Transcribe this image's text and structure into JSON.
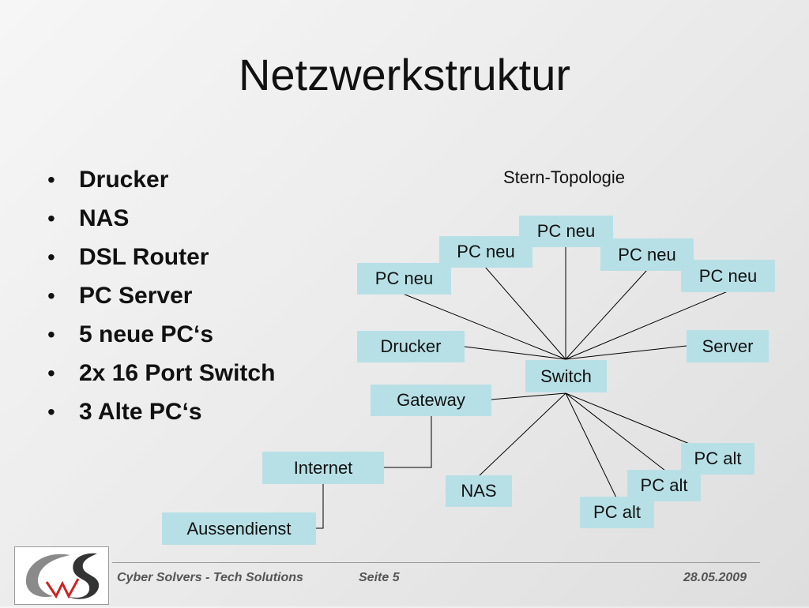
{
  "slide": {
    "title": "Netzwerkstruktur",
    "bullets": [
      "Drucker",
      "NAS",
      "DSL Router",
      "PC Server",
      "5 neue PC‘s",
      "2x 16 Port Switch",
      "3 Alte PC‘s"
    ]
  },
  "diagram": {
    "title": "Stern-Topologie",
    "nodes": {
      "pc_neu_1": "PC neu",
      "pc_neu_2": "PC neu",
      "pc_neu_3": "PC neu",
      "pc_neu_4": "PC neu",
      "pc_neu_5": "PC neu",
      "drucker": "Drucker",
      "server": "Server",
      "switch": "Switch",
      "gateway": "Gateway",
      "internet": "Internet",
      "aussendienst": "Aussendienst",
      "nas": "NAS",
      "pc_alt_1": "PC alt",
      "pc_alt_2": "PC alt",
      "pc_alt_3": "PC alt"
    },
    "node_color": "#b7e0e6"
  },
  "footer": {
    "company": "Cyber Solvers - Tech Solutions",
    "page": "Seite 5",
    "date": "28.05.2009"
  }
}
